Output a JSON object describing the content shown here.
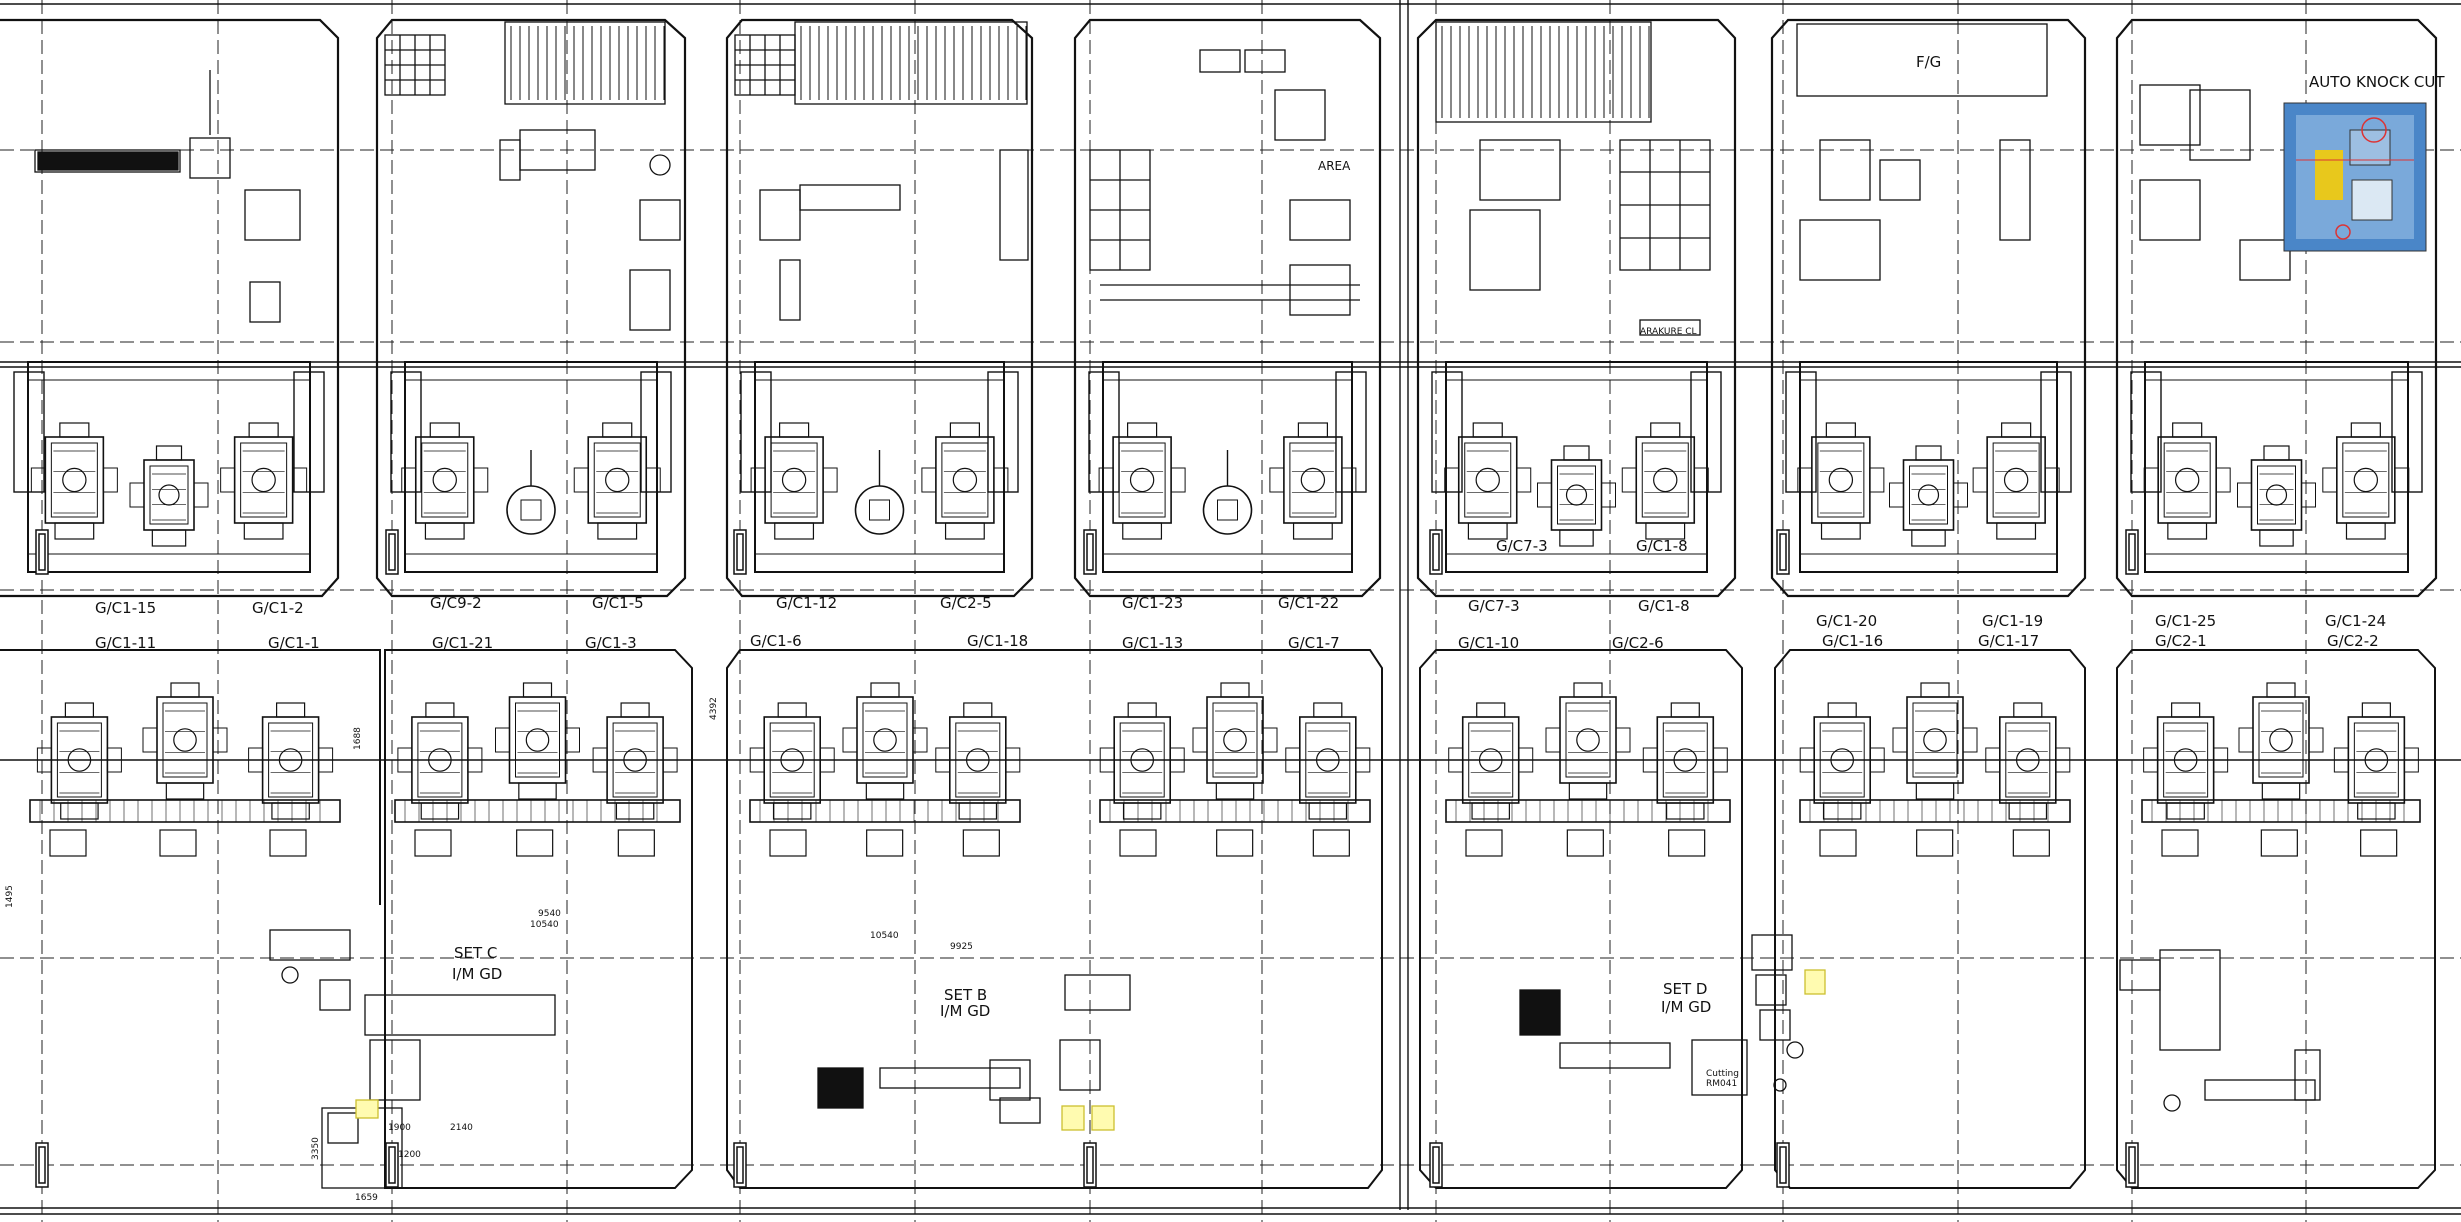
{
  "drawing": {
    "line_color": "#111111",
    "highlight_color": "#e8e38a",
    "photo_blue": "#4a86c8"
  },
  "bays": [
    {
      "id": "bay-1",
      "top_labels": [
        "G/C1-15",
        "G/C1-2"
      ],
      "bottom_labels": [
        "G/C1-11",
        "G/C1-1"
      ]
    },
    {
      "id": "bay-2",
      "top_labels": [
        "G/C9-2",
        "G/C1-5"
      ],
      "bottom_labels": [
        "G/C1-21",
        "G/C1-3"
      ]
    },
    {
      "id": "bay-3",
      "top_labels": [
        "G/C1-12",
        "G/C2-5"
      ],
      "bottom_labels": [
        "G/C1-6",
        "G/C1-18"
      ]
    },
    {
      "id": "bay-4",
      "top_labels": [
        "G/C1-23",
        "G/C1-22"
      ],
      "bottom_labels": [
        "G/C1-13",
        "G/C1-7"
      ]
    },
    {
      "id": "bay-5",
      "top_labels": [
        "G/C7-3",
        "G/C1-8"
      ],
      "bottom_labels": [
        "G/C1-10",
        "G/C2-6"
      ]
    },
    {
      "id": "bay-6",
      "top_labels": [
        "G/C1-20",
        "G/C1-19"
      ],
      "bottom_labels": [
        "G/C1-16",
        "G/C1-17"
      ]
    },
    {
      "id": "bay-7",
      "top_labels": [
        "G/C1-25",
        "G/C1-24"
      ],
      "bottom_labels": [
        "G/C2-1",
        "G/C2-2"
      ]
    }
  ],
  "inner_labels": {
    "bay5_left": "G/C7-3",
    "bay5_right": "G/C1-8"
  },
  "sets": {
    "set_c": {
      "name": "SET C",
      "sub": "I/M GD"
    },
    "set_b": {
      "name": "SET B",
      "sub": "I/M GD"
    },
    "set_d": {
      "name": "SET D",
      "sub": "I/M GD"
    }
  },
  "area_labels": {
    "fg": "F/G",
    "auto_knock_cut": "AUTO KNOCK CUT",
    "cutting": "Cutting",
    "cutting_id": "RM041",
    "area": "AREA",
    "arakure": "ARAKURE CL"
  },
  "dimensions": [
    "10540",
    "9925",
    "9540",
    "1900",
    "2140",
    "1659",
    "1200",
    "3350",
    "10540",
    "4392",
    "1495",
    "1688"
  ]
}
